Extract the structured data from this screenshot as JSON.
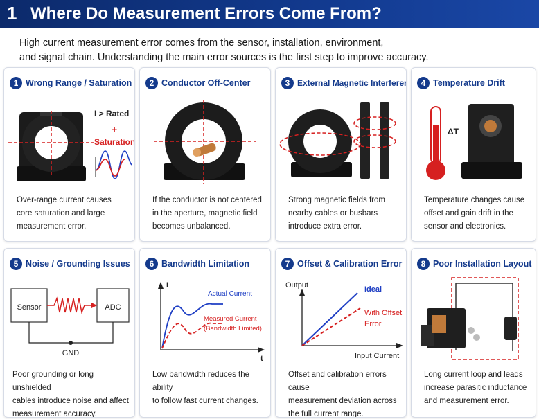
{
  "header": {
    "number": "1",
    "title": "Where Do Measurement Errors Come From?"
  },
  "intro": {
    "line1": "High current measurement error comes from the sensor, installation, environment,",
    "line2": "and signal chain. Understanding the main error sources is the first step to improve accuracy."
  },
  "colors": {
    "navy": "#143a8c",
    "red": "#d62020",
    "blue": "#1f3fc4"
  },
  "cards": [
    {
      "num": "1",
      "title": "Wrong Range / Saturation",
      "icon": "sensor-saturation",
      "labels": {
        "rated": "I > Rated",
        "saturation": "Saturation"
      },
      "desc": [
        "Over-range current causes",
        "core saturation and large",
        "measurement error."
      ]
    },
    {
      "num": "2",
      "title": "Conductor Off-Center",
      "icon": "sensor-off-center",
      "desc": [
        "If the conductor is not centered",
        "in the aperture, magnetic field",
        "becomes unbalanced."
      ]
    },
    {
      "num": "3",
      "title": "External Magnetic Interference",
      "icon": "sensor-busbar-interference",
      "desc": [
        "Strong magnetic fields from",
        "nearby cables or busbars",
        "introduce extra error."
      ]
    },
    {
      "num": "4",
      "title": "Temperature Drift",
      "icon": "thermometer",
      "labels": {
        "delta_t": "ΔT"
      },
      "desc": [
        "Temperature changes cause",
        "offset and gain drift in the",
        "sensor and electronics."
      ]
    },
    {
      "num": "5",
      "title": "Noise / Grounding Issues",
      "icon": "signal-chain",
      "labels": {
        "sensor": "Sensor",
        "adc": "ADC",
        "gnd": "GND"
      },
      "desc": [
        "Poor grounding or long unshielded",
        "cables introduce noise and affect",
        "measurement accuracy."
      ]
    },
    {
      "num": "6",
      "title": "Bandwidth Limitation",
      "icon": "bandwidth-plot",
      "labels": {
        "yaxis": "I",
        "xaxis": "t",
        "actual": "Actual Current",
        "measured1": "Measured Current",
        "measured2": "(Bandwidth Limited)"
      },
      "desc": [
        "Low bandwidth reduces the ability",
        "to follow fast current changes."
      ]
    },
    {
      "num": "7",
      "title": "Offset & Calibration Error",
      "icon": "calibration-plot",
      "labels": {
        "output": "Output",
        "ideal": "Ideal",
        "offset1": "With Offset",
        "offset2": "Error",
        "xaxis": "Input Current"
      },
      "desc": [
        "Offset and calibration errors cause",
        "measurement deviation across",
        "the full current range."
      ]
    },
    {
      "num": "8",
      "title": "Poor Installation Layout",
      "icon": "sensor-loop-layout",
      "desc": [
        "Long current loop and leads",
        "increase parasitic inductance",
        "and measurement error."
      ]
    }
  ]
}
